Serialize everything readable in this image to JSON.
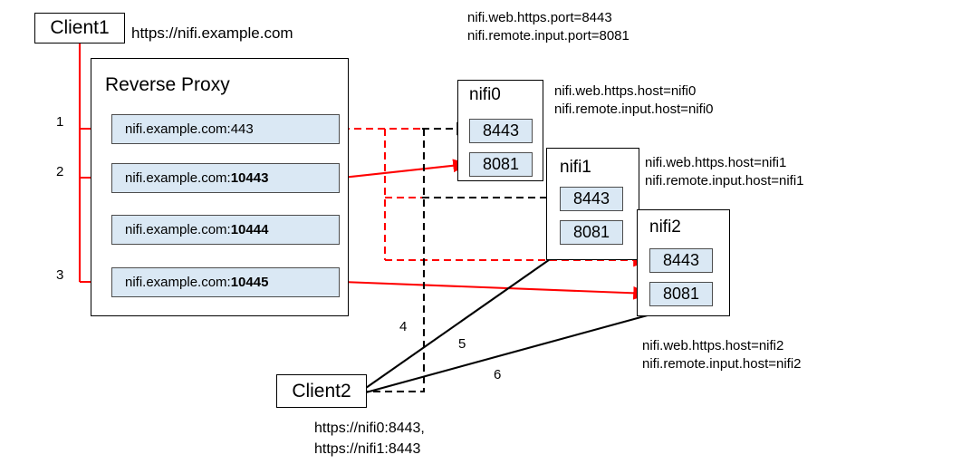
{
  "diagram": {
    "title": "NiFi cluster behind reverse proxy",
    "colors": {
      "red": "#ff0000",
      "black": "#000000",
      "port_fill": "#dae8f4",
      "port_border": "#4d4d4d"
    }
  },
  "client1": {
    "label": "Client1",
    "url": "https://nifi.example.com"
  },
  "client2": {
    "label": "Client2",
    "url_line1": "https://nifi0:8443,",
    "url_line2": "https://nifi1:8443"
  },
  "proxy": {
    "title": "Reverse Proxy",
    "entries": [
      {
        "host": "nifi.example.com:",
        "port": "443",
        "bold": false,
        "num": "1"
      },
      {
        "host": "nifi.example.com:",
        "port": "10443",
        "bold": true,
        "num": "2"
      },
      {
        "host": "nifi.example.com:",
        "port": "10444",
        "bold": true,
        "num": ""
      },
      {
        "host": "nifi.example.com:",
        "port": "10445",
        "bold": true,
        "num": "3"
      }
    ]
  },
  "top_properties": {
    "line1": "nifi.web.https.port=8443",
    "line2": "nifi.remote.input.port=8081"
  },
  "nodes": [
    {
      "name": "nifi0",
      "ports": [
        "8443",
        "8081"
      ],
      "props": {
        "line1": "nifi.web.https.host=nifi0",
        "line2": "nifi.remote.input.host=nifi0"
      }
    },
    {
      "name": "nifi1",
      "ports": [
        "8443",
        "8081"
      ],
      "props": {
        "line1": "nifi.web.https.host=nifi1",
        "line2": "nifi.remote.input.host=nifi1"
      }
    },
    {
      "name": "nifi2",
      "ports": [
        "8443",
        "8081"
      ],
      "props": {
        "line1": "nifi.web.https.host=nifi2",
        "line2": "nifi.remote.input.host=nifi2"
      }
    }
  ],
  "connection_numbers": {
    "n1": "1",
    "n2": "2",
    "n3": "3",
    "n4": "4",
    "n5": "5",
    "n6": "6"
  }
}
